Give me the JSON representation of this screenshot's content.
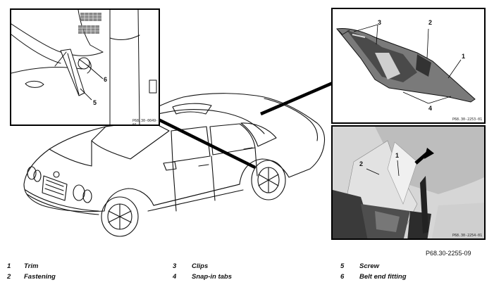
{
  "figure_ref": "P68.30-2255-09",
  "panels": {
    "detail": {
      "ref": "P68.30-0049-01",
      "callouts": [
        "5",
        "6"
      ]
    },
    "trim": {
      "ref": "P68.30-2253-01",
      "callouts": [
        "3",
        "2",
        "1",
        "4"
      ]
    },
    "photo": {
      "ref": "P68.30-2254-01",
      "callouts": [
        "1",
        "2"
      ]
    }
  },
  "legend": [
    {
      "num": "1",
      "label": "Trim"
    },
    {
      "num": "2",
      "label": "Fastening"
    },
    {
      "num": "3",
      "label": "Clips"
    },
    {
      "num": "4",
      "label": "Snap-in tabs"
    },
    {
      "num": "5",
      "label": "Screw"
    },
    {
      "num": "6",
      "label": "Belt end fitting"
    }
  ]
}
